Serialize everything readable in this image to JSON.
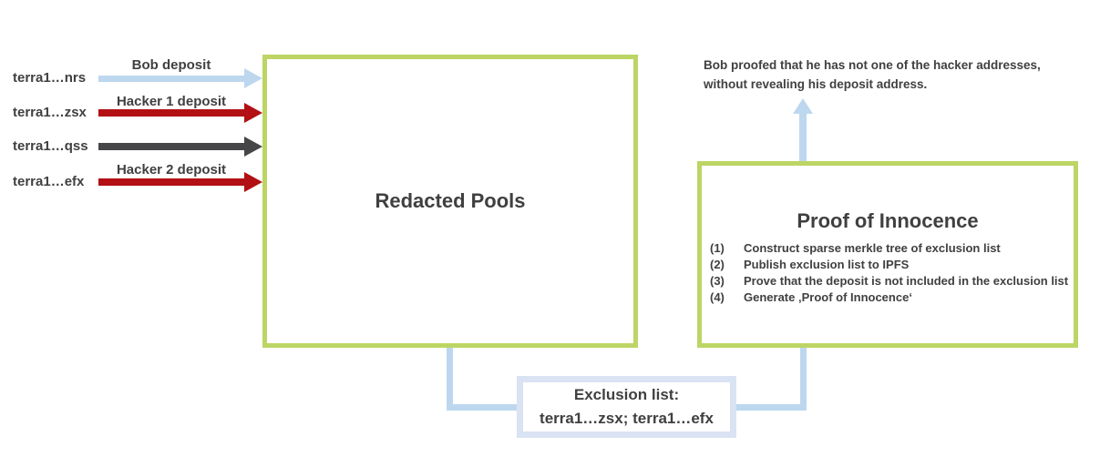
{
  "colors": {
    "box_border_green": "#BCD564",
    "arrow_light_blue": "#BDD7EE",
    "arrow_dark_red": "#B21014",
    "arrow_dark_gray": "#464648",
    "text_dark_gray": "#404040",
    "exclusion_border_blue": "#DAE3F3"
  },
  "deposits": [
    {
      "address": "terra1…nrs",
      "label": "Bob deposit",
      "arrow_color": "light_blue"
    },
    {
      "address": "terra1…zsx",
      "label": "Hacker 1 deposit",
      "arrow_color": "dark_red"
    },
    {
      "address": "terra1…qss",
      "label": "",
      "arrow_color": "dark_gray"
    },
    {
      "address": "terra1…efx",
      "label": "Hacker 2 deposit",
      "arrow_color": "dark_red"
    }
  ],
  "redacted_pools": {
    "title": "Redacted Pools"
  },
  "proof_of_innocence": {
    "title": "Proof of Innocence",
    "steps": [
      {
        "num": "(1)",
        "text": "Construct sparse merkle tree of exclusion list"
      },
      {
        "num": "(2)",
        "text": "Publish exclusion list to IPFS"
      },
      {
        "num": "(3)",
        "text": "Prove that the deposit is not included in the exclusion list"
      },
      {
        "num": "(4)",
        "text": "Generate ‚Proof of Innocence‘"
      }
    ]
  },
  "annotation": {
    "line1": "Bob proofed that he has not one of the hacker addresses,",
    "line2": "without revealing his deposit address."
  },
  "exclusion_list": {
    "title": "Exclusion list:",
    "items": "terra1…zsx; terra1…efx"
  }
}
